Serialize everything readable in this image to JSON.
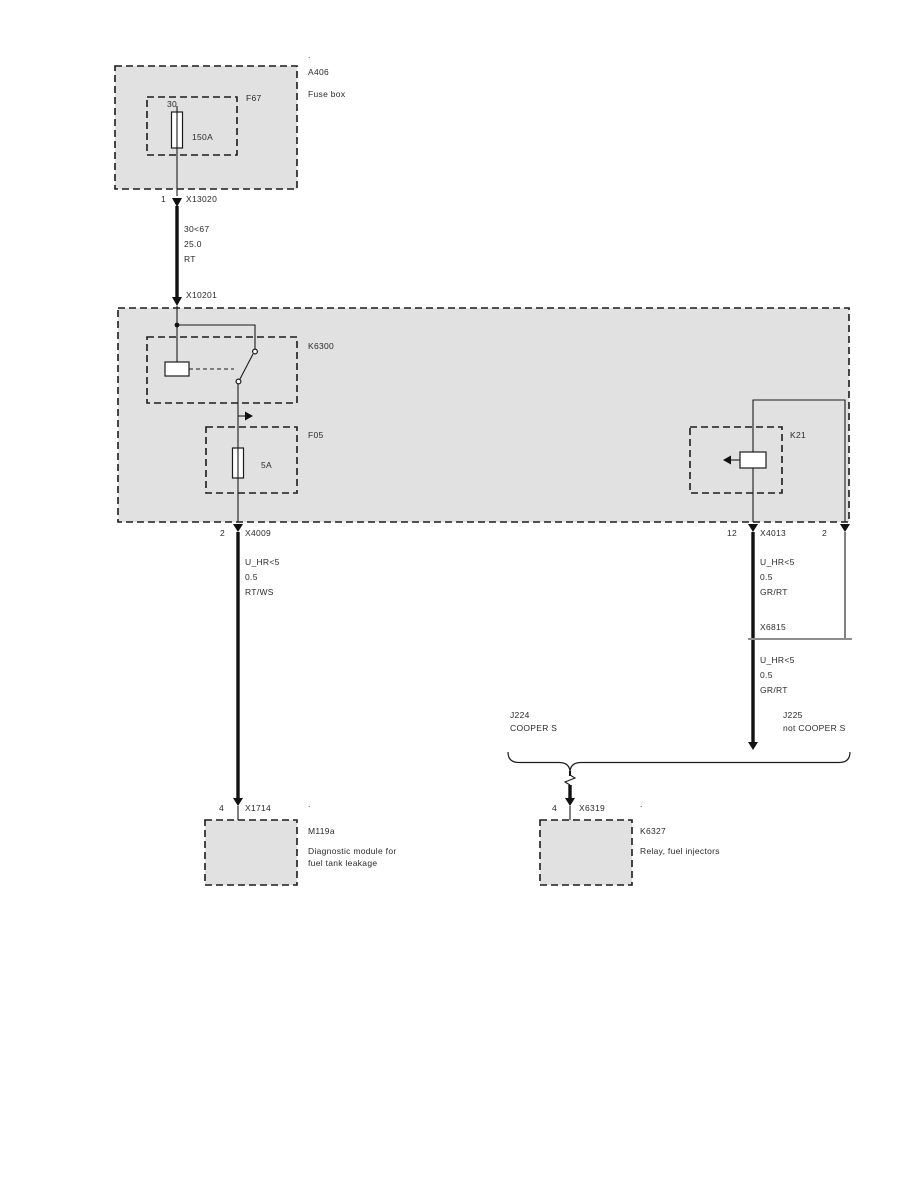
{
  "diagram": {
    "components": {
      "fuse_box": {
        "dot": ".",
        "ref": "A406",
        "name": "Fuse box",
        "fuse": {
          "ref": "F67",
          "terminal": "30",
          "rating": "150A"
        }
      },
      "relay_k6300": {
        "ref": "K6300"
      },
      "fuse_f05": {
        "ref": "F05",
        "rating": "5A"
      },
      "relay_k21": {
        "ref": "K21"
      },
      "module_m119a": {
        "dot": ".",
        "ref": "M119a",
        "desc_line1": "Diagnostic module for",
        "desc_line2": "fuel tank leakage"
      },
      "relay_k6327": {
        "dot": ".",
        "ref": "K6327",
        "desc": "Relay, fuel injectors"
      }
    },
    "connectors": {
      "x13020": {
        "pin": "1",
        "id": "X13020"
      },
      "x10201": {
        "id": "X10201"
      },
      "x4009": {
        "pin": "2",
        "id": "X4009"
      },
      "x4013": {
        "pin_left": "12",
        "id": "X4013",
        "pin_right": "2"
      },
      "x6815": {
        "id": "X6815"
      },
      "x1714": {
        "pin": "4",
        "id": "X1714"
      },
      "x6319": {
        "pin": "4",
        "id": "X6319"
      }
    },
    "wires": {
      "battery_feed": {
        "circuit": "30<67",
        "cross_section": "25.0",
        "color": "RT"
      },
      "left_branch": {
        "circuit": "U_HR<5",
        "cross_section": "0.5",
        "color": "RT/WS"
      },
      "right_upper": {
        "circuit": "U_HR<5",
        "cross_section": "0.5",
        "color": "GR/RT"
      },
      "right_lower": {
        "circuit": "U_HR<5",
        "cross_section": "0.5",
        "color": "GR/RT"
      }
    },
    "variants": {
      "j224": {
        "ref": "J224",
        "desc": "COOPER S"
      },
      "j225": {
        "ref": "J225",
        "desc": "not COOPER S"
      }
    }
  },
  "colors": {
    "box_fill": "#e1e1e1",
    "line": "#1c1c1c",
    "page_bg": "#ffffff"
  }
}
